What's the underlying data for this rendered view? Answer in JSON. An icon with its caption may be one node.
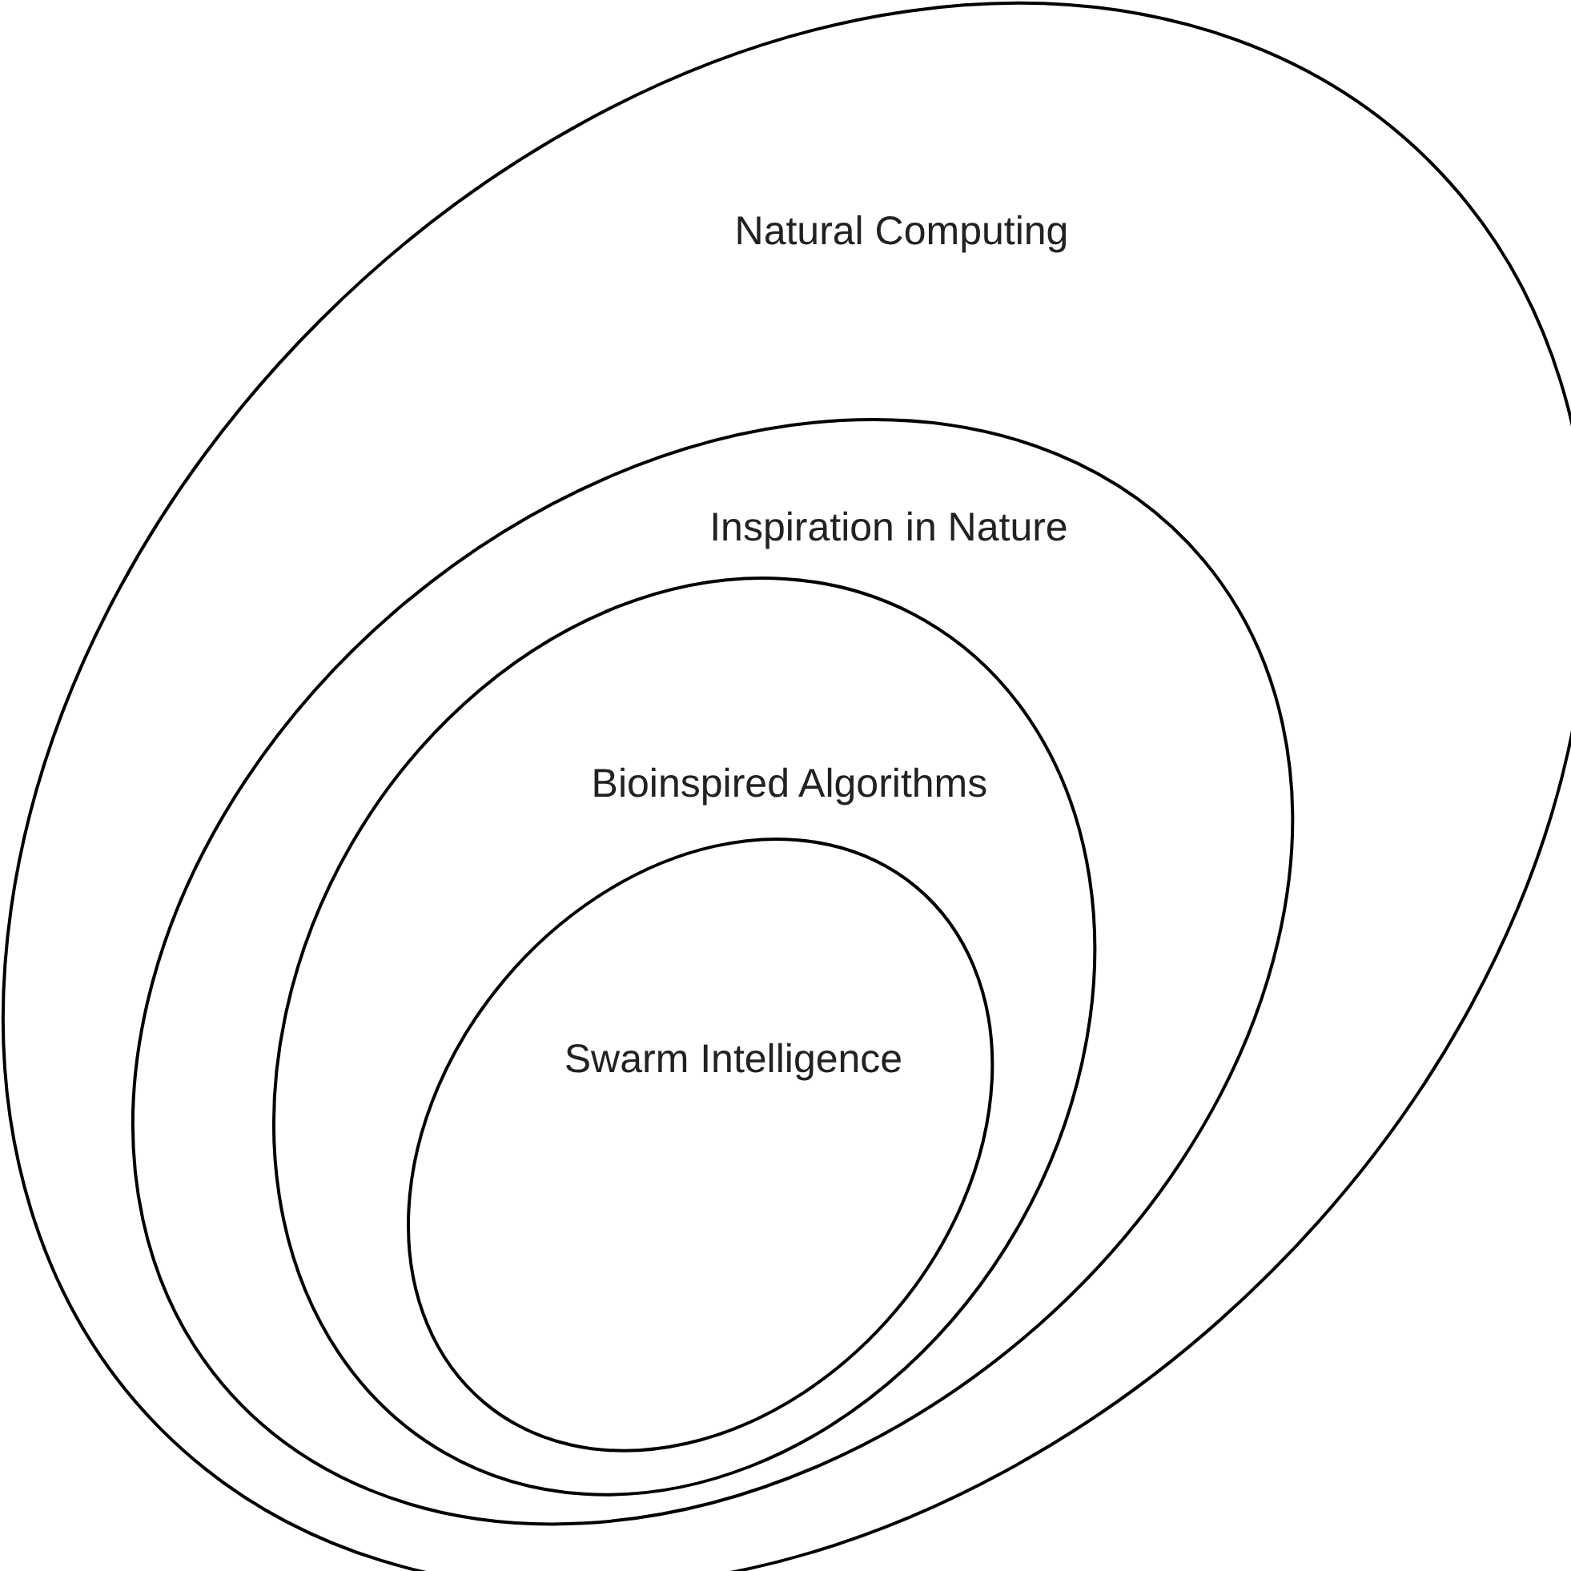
{
  "diagram": {
    "nodes": [
      {
        "text": [
          "Natural Computing"
        ]
      },
      {
        "text": [
          "Inspiration in Nature"
        ],
        "in": 0
      },
      {
        "text": [
          "Bioinspired Algorithms"
        ],
        "in": 1
      },
      {
        "text": [
          "Swarm Intelligence"
        ],
        "in": 2
      }
    ]
  }
}
